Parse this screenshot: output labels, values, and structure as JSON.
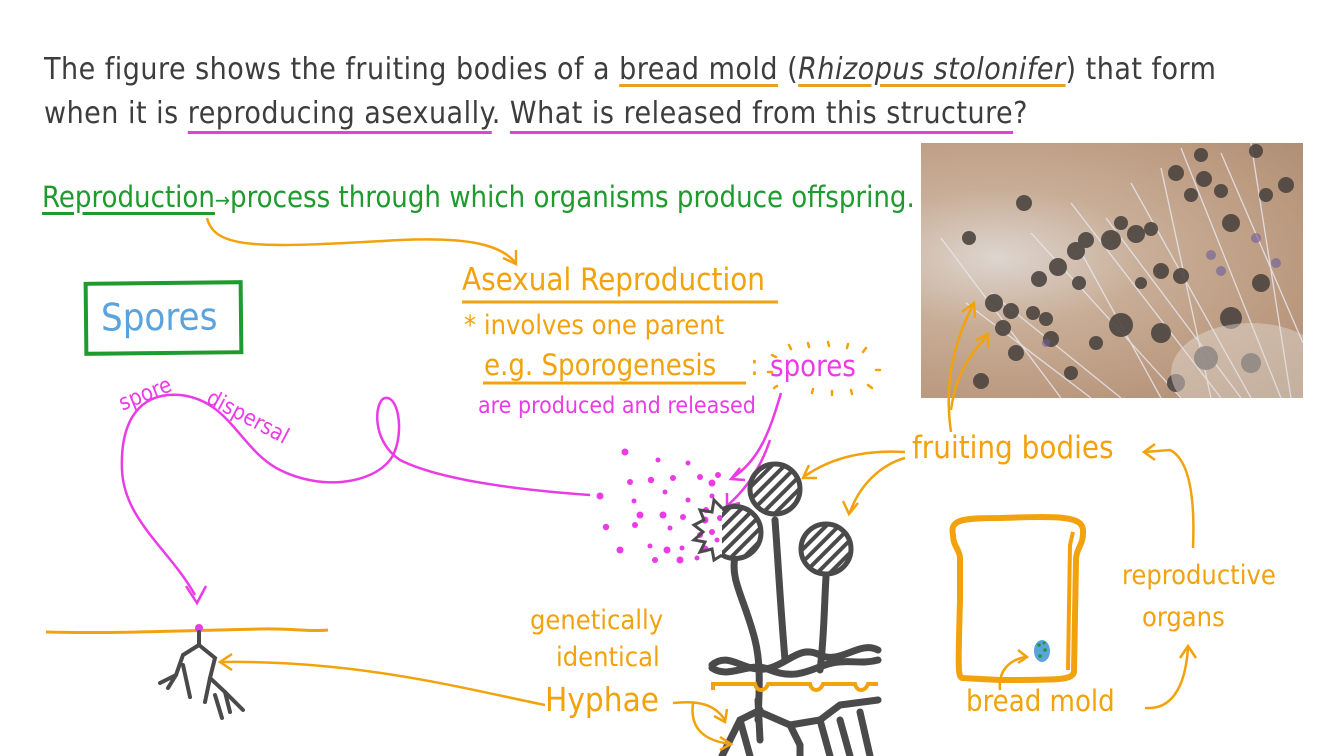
{
  "question": {
    "line1": {
      "pre": "The figure shows the fruiting bodies of a ",
      "bread_mold": "bread mold",
      "open_paren": " (",
      "species": "Rhizopus stolonifer",
      "post": ") that form"
    },
    "line2": {
      "pre": "when it is ",
      "reproducing_asexually": "reproducing asexually",
      "dot": ". ",
      "ask": "What is released from this structure",
      "qmark": "?"
    }
  },
  "definition": {
    "term": "Reproduction",
    "arrow": "→",
    "text": "process through which organisms produce offspring."
  },
  "asexual": {
    "title": "Asexual Reproduction",
    "point": "* involves one parent",
    "example_prefix": "e.g. Sporogenesis",
    "colon": ":",
    "spores": "spores",
    "released": "are produced and released"
  },
  "answer_box": {
    "label": "Spores",
    "border_color": "#1f9a2e",
    "text_color": "#5ba3dc"
  },
  "labels": {
    "spore_dispersal_1": "spore",
    "spore_dispersal_2": "dispersal",
    "fruiting_bodies": "fruiting bodies",
    "reproductive_organs_1": "reproductive",
    "reproductive_organs_2": "organs",
    "bread_mold": "bread mold",
    "genetically_identical_1": "genetically",
    "genetically_identical_2": "identical",
    "hyphae": "Hyphae"
  },
  "colors": {
    "question": "#3d3d3d",
    "green": "#1f9a2e",
    "orange": "#f2a20c",
    "pink": "#ea3be6",
    "blue": "#5ba3dc",
    "mold_gray": "#4a4a4a"
  },
  "photo": {
    "description": "microscope photo of Rhizopus fruiting bodies (sporangia)"
  }
}
